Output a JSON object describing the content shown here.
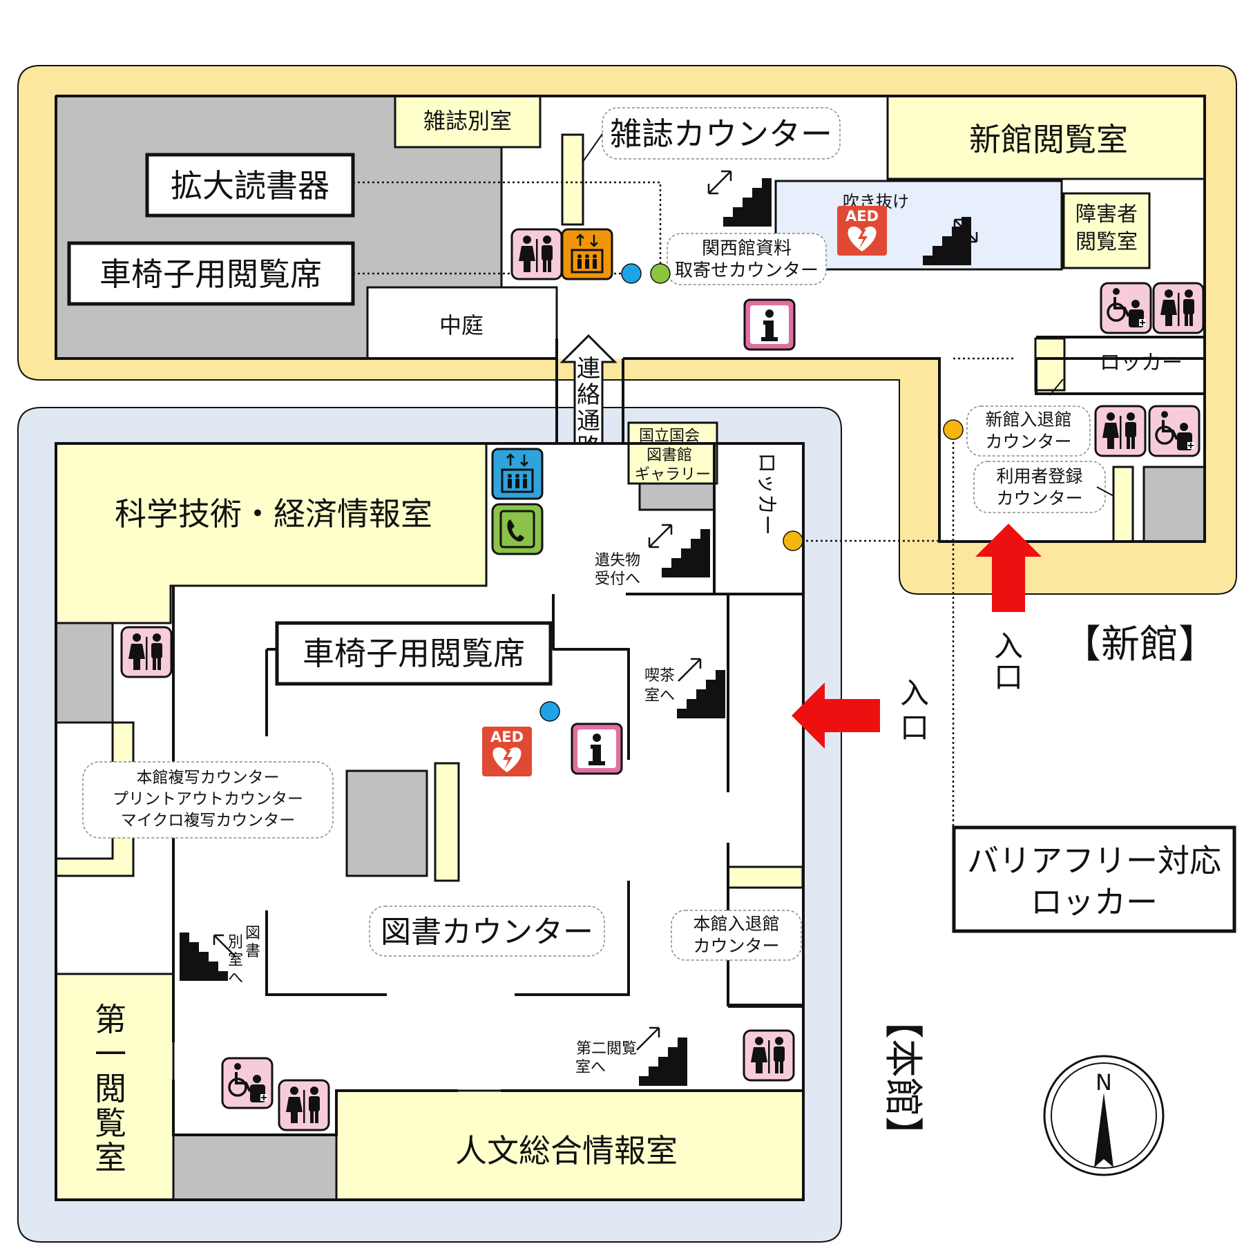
{
  "colors": {
    "shinkan_zone": "#fce79f",
    "honkan_zone": "#dfe8f3",
    "room": "#ffffcc",
    "storage": "#c0c0c0",
    "atrium": "#e7eefc",
    "restroom_icon": "#f7ccd9",
    "info_icon": "#e16fa0",
    "aed": "#e04a34",
    "elevator_shinkan": "#f0950a",
    "elevator_honkan": "#2ea3dc",
    "phone": "#8ac24a",
    "entrance_arrow": "#ee1010",
    "dot_blue": "#1ea3e6",
    "dot_green": "#8cc63f",
    "dot_orange": "#f5b70d"
  },
  "buildings": {
    "shinkan": "【新館】",
    "honkan": "【本館】"
  },
  "shinkan": {
    "zasshi_bekkan": "雑誌別室",
    "shinkan_reading": "新館閲覧室",
    "fukinuke": "吹き抜け",
    "shogaisha_1": "障害者",
    "shogaisha_2": "閲覧室",
    "nakaniwa": "中庭",
    "locker": "ロッカー",
    "zasshi_counter": "雑誌カウンター",
    "kansai_1": "関西館資料",
    "kansai_2": "取寄せカウンター",
    "nyutaikan_1": "新館入退館",
    "nyutaikan_2": "カウンター",
    "registration_1": "利用者登録",
    "registration_2": "カウンター",
    "entrance": "入口"
  },
  "callouts": {
    "magnifier": "拡大読書器",
    "wheelchair_seats": "車椅子用閲覧席",
    "barrier_free_1": "バリアフリー対応",
    "barrier_free_2": "ロッカー"
  },
  "corridor": {
    "label": "連絡通路"
  },
  "honkan": {
    "science_room": "科学技術・経済情報室",
    "gallery_1": "国立国会",
    "gallery_2": "図書館",
    "gallery_3": "ギャラリー",
    "locker_vertical": "ロッカー",
    "lost_found_1": "遺失物",
    "lost_found_2": "受付へ",
    "wheelchair_seats": "車椅子用閲覧席",
    "cafe_1": "喫茶",
    "cafe_2": "室へ",
    "copy_1": "本館複写カウンター",
    "copy_2": "プリントアウトカウンター",
    "copy_3": "マイクロ複写カウンター",
    "book_counter": "図書カウンター",
    "tosho_1": "図",
    "tosho_2": "書",
    "tosho_3": "別",
    "tosho_4": "室",
    "tosho_5": "へ",
    "daini_1": "第二閲覧",
    "daini_2": "室へ",
    "nyutaikan_1": "本館入退館",
    "nyutaikan_2": "カウンター",
    "first_room": [
      "第",
      "一",
      "閲",
      "覧",
      "室"
    ],
    "jinbun": "人文総合情報室",
    "entrance": "入口"
  },
  "icons": {
    "aed_text": "AED",
    "info_symbol": "i",
    "compass_letter": "N",
    "elevator_arrows": "↑↓",
    "phone_symbol": "✆",
    "stairs": "stairs-icon",
    "restroom": "restroom-icon",
    "accessible_toilet": "accessible-toilet-icon",
    "elevator": "elevator-icon",
    "info": "info-icon",
    "aed": "aed-icon",
    "compass": "compass-icon"
  }
}
